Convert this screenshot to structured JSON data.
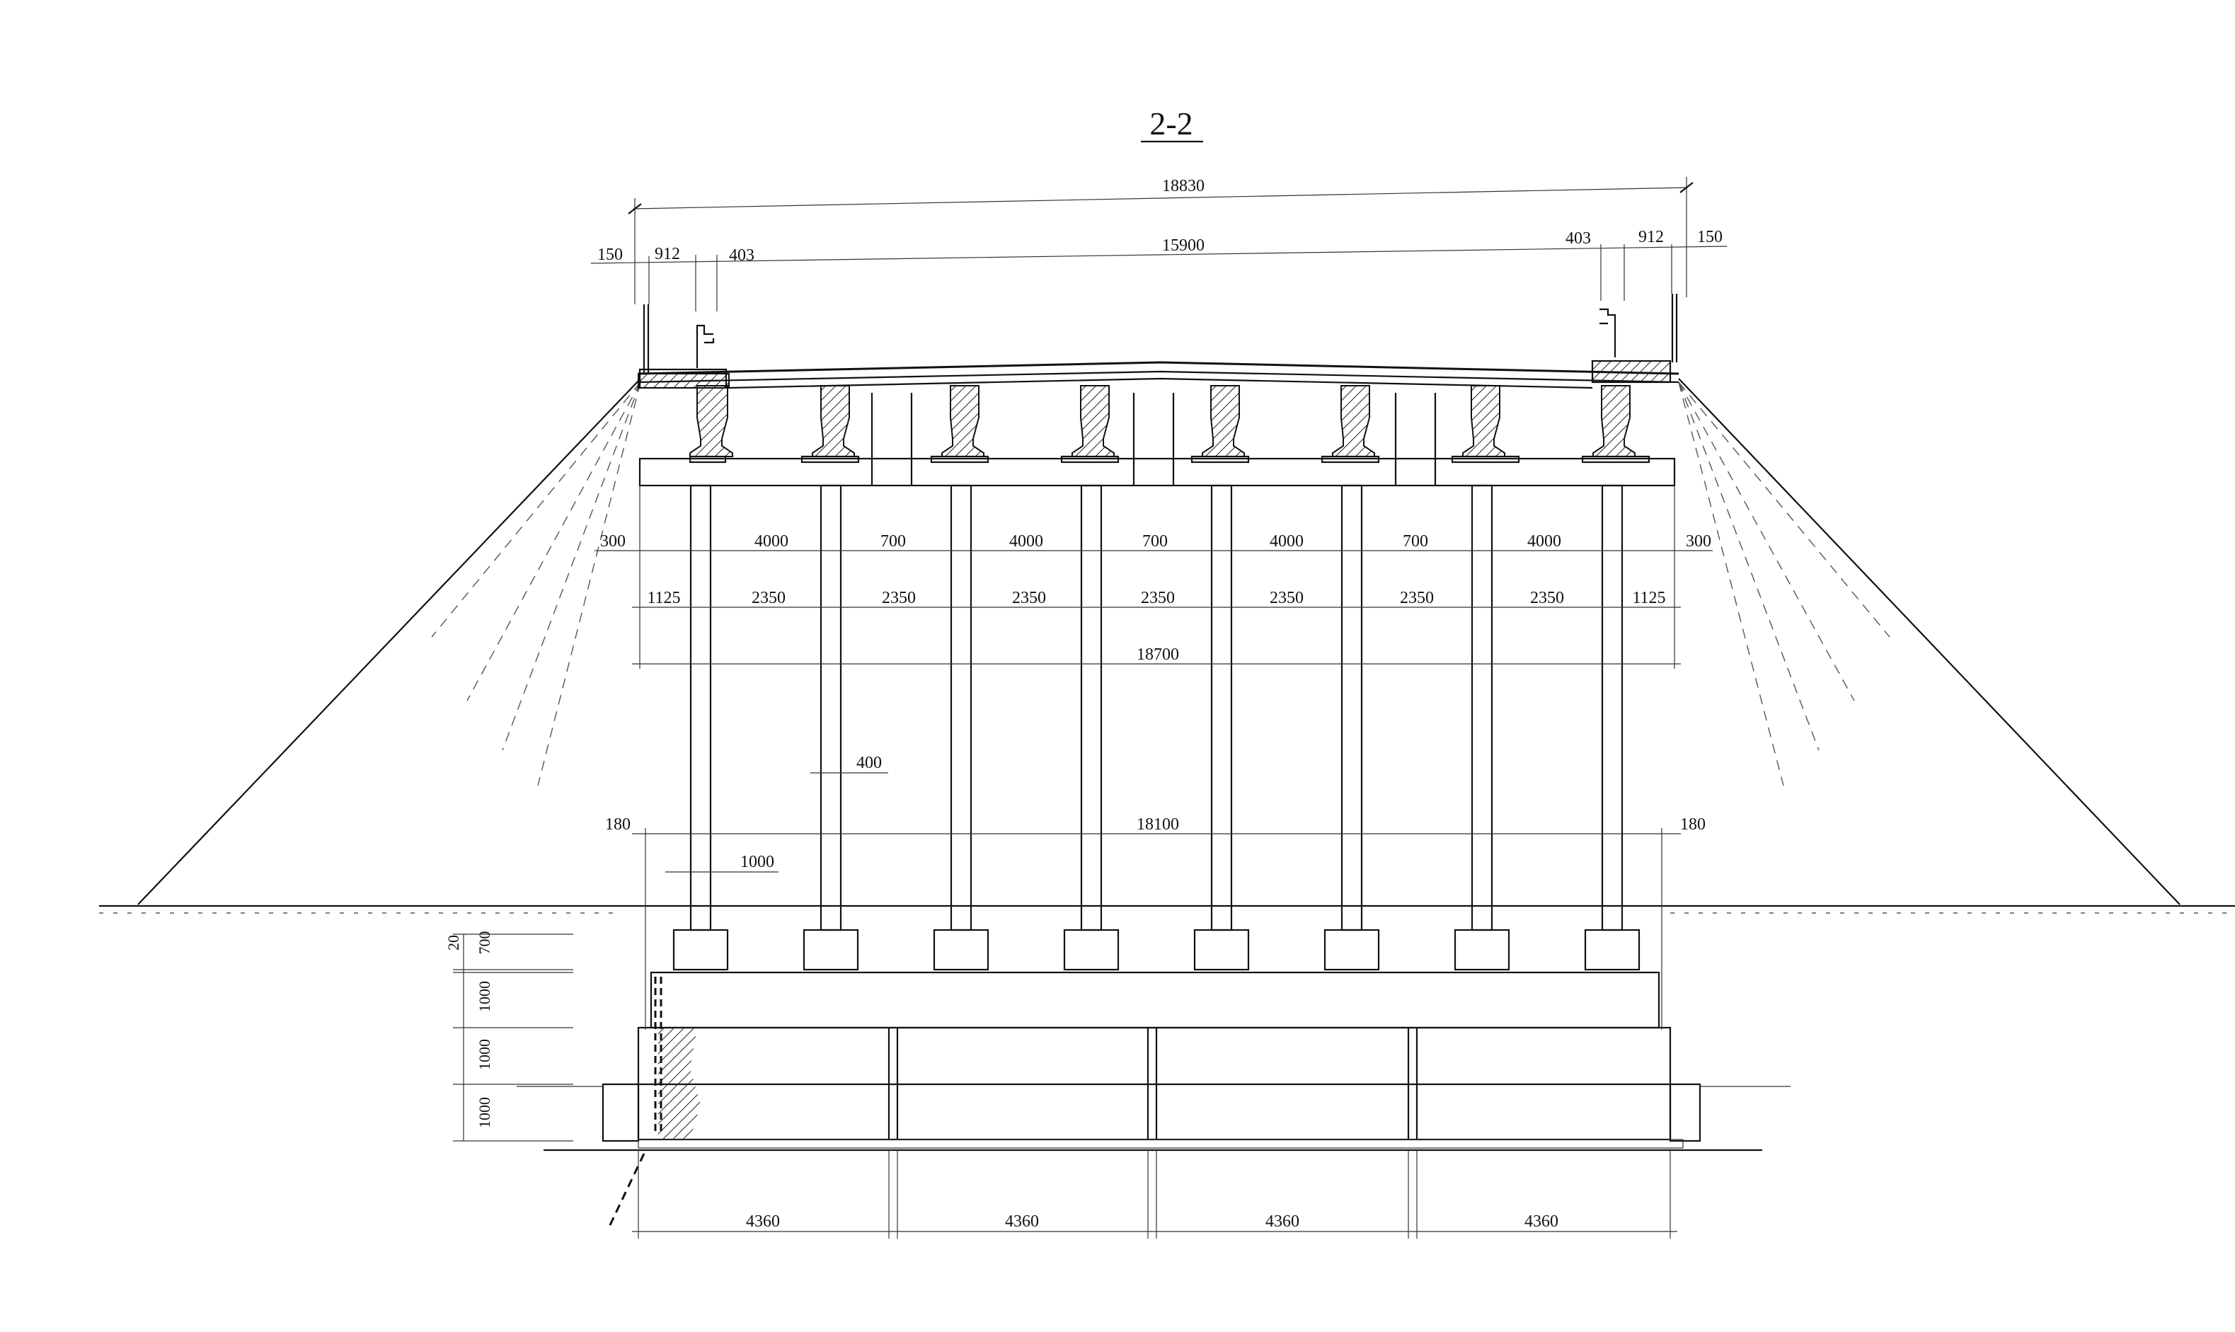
{
  "title": "2-2",
  "dims": {
    "overall_width": "18830",
    "roadway_width": "15900",
    "left_edge": "150",
    "left_sidewalk": "912",
    "left_barrier": "403",
    "right_barrier": "403",
    "right_sidewalk": "912",
    "right_edge": "150",
    "row1": [
      "300",
      "4000",
      "700",
      "4000",
      "700",
      "4000",
      "700",
      "4000",
      "300"
    ],
    "row2": [
      "1125",
      "2350",
      "2350",
      "2350",
      "2350",
      "2350",
      "2350",
      "2350",
      "1125"
    ],
    "cap_length": "18700",
    "pile_width": "400",
    "footing_length": "18100",
    "footing_left": "180",
    "footing_right": "180",
    "pile_offset": "1000",
    "vertical": [
      "20",
      "700",
      "1000",
      "1000",
      "1000"
    ],
    "bottom": [
      "4360",
      "4360",
      "4360",
      "4360"
    ]
  }
}
